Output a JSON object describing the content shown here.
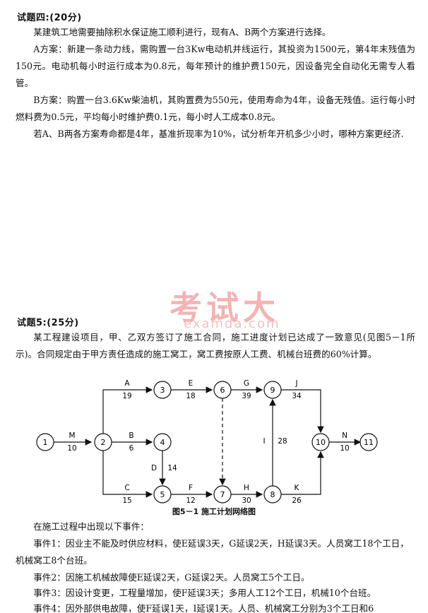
{
  "question4": {
    "title": "试题四:(20分)",
    "intro": "某建筑工地需要抽除积水保证施工顺利进行，现有A、B两个方案进行选择。",
    "planA": "A方案：新建一条动力线，需购置一台3Kw电动机并线运行，其投资为1500元，第4年末残值为150元。电动机每小时运行成本为0.8元，每年预计的维护费150元，因设备完全自动化无需专人看管。",
    "planB": "B方案：购置一台3.6Kw柴油机，其购置费为550元，使用寿命为4年，设备无残值。运行每小时燃料费为0.5元，平均每小时维护费0.1元，每小时人工成本0.8元。",
    "question": "若A、B两各方案寿命都是4年，基准折现率为10%，试分析年开机多少小时，哪种方案更经济."
  },
  "watermark": {
    "main": "考试大",
    "sub": "examda.com"
  },
  "question5": {
    "title": "试题5:(25分)",
    "intro": "某工程建设项目，甲、乙双方签订了施工合同，施工进度计划已达成了一致意见(见图5－1所示)。合同规定由于甲方责任造成的施工窝工，窝工费按原人工费、机械台班费的60%计算。",
    "diagram": {
      "caption": "图5－1 施工计划网络图",
      "nodes": [
        "1",
        "2",
        "3",
        "4",
        "5",
        "6",
        "7",
        "8",
        "9",
        "10",
        "11"
      ],
      "activities": [
        {
          "name": "M",
          "duration": "10"
        },
        {
          "name": "A",
          "duration": "19"
        },
        {
          "name": "B",
          "duration": "6"
        },
        {
          "name": "C",
          "duration": "15"
        },
        {
          "name": "D",
          "duration": "14"
        },
        {
          "name": "E",
          "duration": "18"
        },
        {
          "name": "F",
          "duration": "12"
        },
        {
          "name": "G",
          "duration": "39"
        },
        {
          "name": "H",
          "duration": "30"
        },
        {
          "name": "I",
          "duration": "28"
        },
        {
          "name": "J",
          "duration": "34"
        },
        {
          "name": "K",
          "duration": "26"
        },
        {
          "name": "N",
          "duration": "10"
        }
      ]
    },
    "events_intro": "在施工过程中出现以下事件：",
    "event1": "事件1：因业主不能及时供应材料，使E延误3天，G延误2天，H延误3天。人员窝工18个工日，机械窝工8个台班。",
    "event2": "事件2：因施工机械故障使E延误2天，G延误2天。人员窝工5个工日。",
    "event3": "事件3：因设计变更，工程量增加，使F延误3天；多用人工12个工日，机械10个台班。",
    "event4": "事件4：因外部供电故障，使F延误1天，I延误1天。人员、机械窝工分别为3个工日和6"
  }
}
